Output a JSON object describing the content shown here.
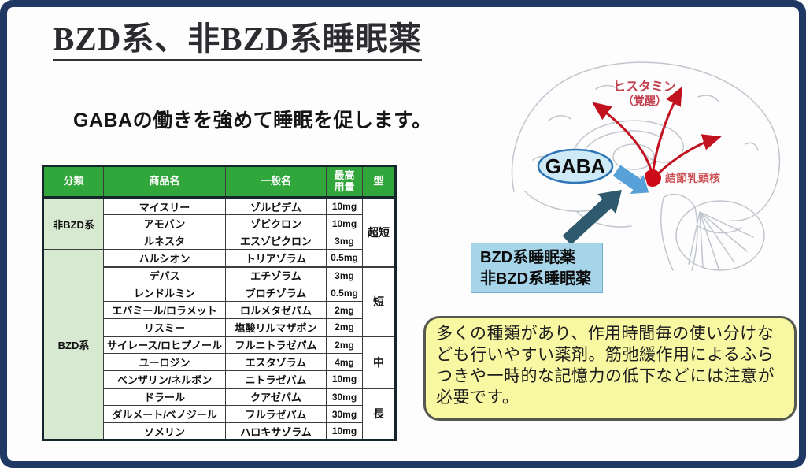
{
  "slide": {
    "title": "BZD系、非BZD系睡眠薬",
    "subtitle": "GABAの働きを強めて睡眠を促します。"
  },
  "table": {
    "headers": [
      "分類",
      "商品名",
      "一般名",
      "最高\n用量",
      "型"
    ],
    "class_groups": [
      {
        "label": "非BZD系",
        "span": 3
      },
      {
        "label": "BZD系",
        "span": 11
      }
    ],
    "type_groups": [
      {
        "label": "超短",
        "span": 4
      },
      {
        "label": "短",
        "span": 4
      },
      {
        "label": "中",
        "span": 3
      },
      {
        "label": "長",
        "span": 3
      }
    ],
    "rows": [
      {
        "brand": "マイスリー",
        "generic": "ゾルピデム",
        "dose": "10mg"
      },
      {
        "brand": "アモバン",
        "generic": "ゾピクロン",
        "dose": "10mg"
      },
      {
        "brand": "ルネスタ",
        "generic": "エスゾピクロン",
        "dose": "3mg"
      },
      {
        "brand": "ハルシオン",
        "generic": "トリアゾラム",
        "dose": "0.5mg"
      },
      {
        "brand": "デパス",
        "generic": "エチゾラム",
        "dose": "3mg"
      },
      {
        "brand": "レンドルミン",
        "generic": "ブロチゾラム",
        "dose": "0.5mg"
      },
      {
        "brand": "エバミール/ロラメット",
        "generic": "ロルメタゼパム",
        "dose": "2mg"
      },
      {
        "brand": "リスミー",
        "generic": "塩酸リルマザポン",
        "dose": "2mg"
      },
      {
        "brand": "サイレース/ロヒプノール",
        "generic": "フルニトラゼパム",
        "dose": "2mg"
      },
      {
        "brand": "ユーロジン",
        "generic": "エスタゾラム",
        "dose": "4mg"
      },
      {
        "brand": "ベンザリン/ネルボン",
        "generic": "ニトラゼパム",
        "dose": "10mg"
      },
      {
        "brand": "ドラール",
        "generic": "クアゼパム",
        "dose": "30mg"
      },
      {
        "brand": "ダルメート/ベノジール",
        "generic": "フルラゼパム",
        "dose": "30mg"
      },
      {
        "brand": "ソメリン",
        "generic": "ハロキサゾラム",
        "dose": "10mg"
      }
    ]
  },
  "diagram": {
    "histamine_label": "ヒスタミン",
    "histamine_sub": "（覚醒）",
    "gaba_label": "GABA",
    "nucleus_label": "結節乳頭核",
    "drug_label_line1": "BZD系睡眠薬",
    "drug_label_line2": "非BZD系睡眠薬"
  },
  "note": {
    "text": "多くの種類があり、作用時間毎の使い分けなども行いやすい薬剤。筋弛緩作用によるふらつきや一時的な記憶力の低下などには注意が必要です。"
  },
  "colors": {
    "slide_border": "#203864",
    "table_header_green": "#31a63a",
    "class_cell_green": "#d7e9d1",
    "red_accent": "#c1121f",
    "gaba_ellipse_fill": "#cfeaf7",
    "gaba_ellipse_border": "#2e75b6",
    "blue_arrow": "#58a0d8",
    "dark_arrow": "#2f5a6d",
    "drug_label_bg": "#a6d4e9",
    "note_bg": "#f8f8a2"
  }
}
